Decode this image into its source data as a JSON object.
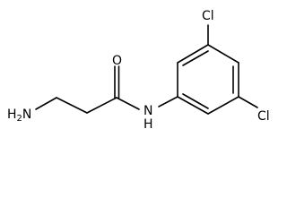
{
  "molecule": {
    "atoms": {
      "amine": {
        "element": "N",
        "hydrogens": "2"
      },
      "carbonyl_oxygen": "O",
      "amide_nitrogen": "N",
      "amide_hydrogen": "H",
      "chlorine_top": "Cl",
      "chlorine_bottom": "Cl"
    },
    "colors": {
      "bond": "#000000",
      "text": "#000000",
      "background": "#ffffff"
    }
  }
}
